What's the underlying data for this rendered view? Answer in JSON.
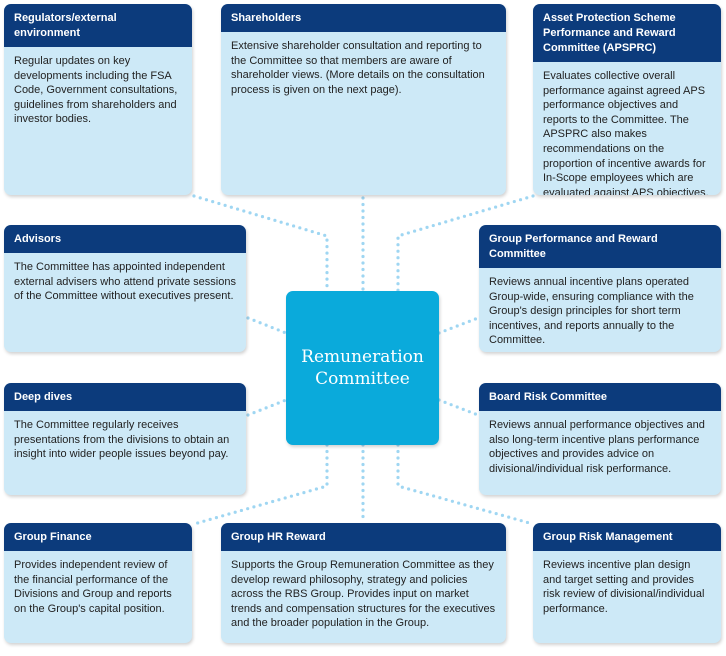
{
  "center": {
    "line1": "Remuneration",
    "line2": "Committee"
  },
  "colors": {
    "header": "#0c3b7c",
    "body": "#cde9f7",
    "center": "#0aaadb",
    "dots": "#9fd6f2"
  },
  "boxes": [
    {
      "title": "Regulators/external environment",
      "text": "Regular updates on key developments including the FSA Code, Government consultations, guidelines from shareholders and investor bodies."
    },
    {
      "title": "Shareholders",
      "text": "Extensive shareholder consultation and reporting to the Committee so that members are aware of shareholder views. (More details on the consultation process is given on the next page)."
    },
    {
      "title": "Asset Protection Scheme Performance and Reward Committee (APSPRC)",
      "text": "Evaluates collective overall performance against agreed APS performance objectives and reports to the Committee. The APSPRC also makes recommendations on the proportion of incentive awards for In-Scope employees which are evaluated against APS objectives."
    },
    {
      "title": "Advisors",
      "text": "The Committee has appointed independent external advisers who attend private sessions of the Committee without executives present."
    },
    {
      "title": "Group Performance and Reward Committee",
      "text": "Reviews annual incentive plans operated Group-wide, ensuring compliance with the Group's design principles for short term incentives, and reports annually to the Committee."
    },
    {
      "title": "Deep dives",
      "text": "The Committee regularly receives presentations from the divisions to obtain an insight into wider people issues beyond pay."
    },
    {
      "title": "Board Risk Committee",
      "text": "Reviews annual performance objectives and also long-term incentive plans performance objectives and provides advice on divisional/individual risk performance."
    },
    {
      "title": "Group Finance",
      "text": "Provides independent review of the financial performance of the Divisions and Group and reports on the Group's capital position."
    },
    {
      "title": "Group HR Reward",
      "text": "Supports the Group Remuneration Committee as they develop reward philosophy, strategy and policies across the RBS Group. Provides input on market trends and compensation structures for the executives and the broader population in the Group."
    },
    {
      "title": "Group Risk Management",
      "text": "Reviews incentive plan design and target setting and provides risk review of divisional/individual performance."
    }
  ]
}
